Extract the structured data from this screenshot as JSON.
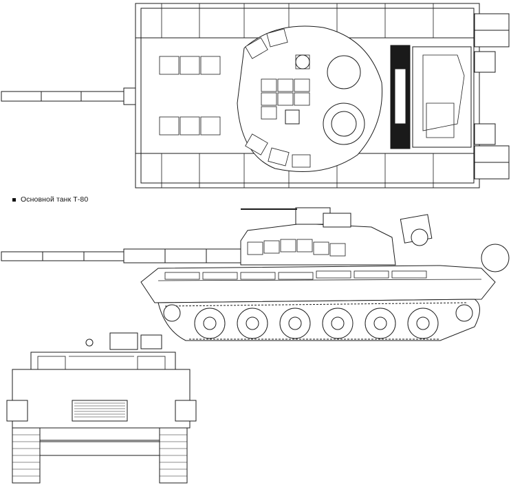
{
  "caption": {
    "text": "Основной танк Т-80"
  },
  "colors": {
    "line": "#1a1a1a",
    "fill": "#ffffff",
    "shade": "#6b6b6b",
    "dark": "#1a1a1a"
  },
  "views": {
    "top": "top-view",
    "side": "side-view",
    "front": "front-view"
  }
}
